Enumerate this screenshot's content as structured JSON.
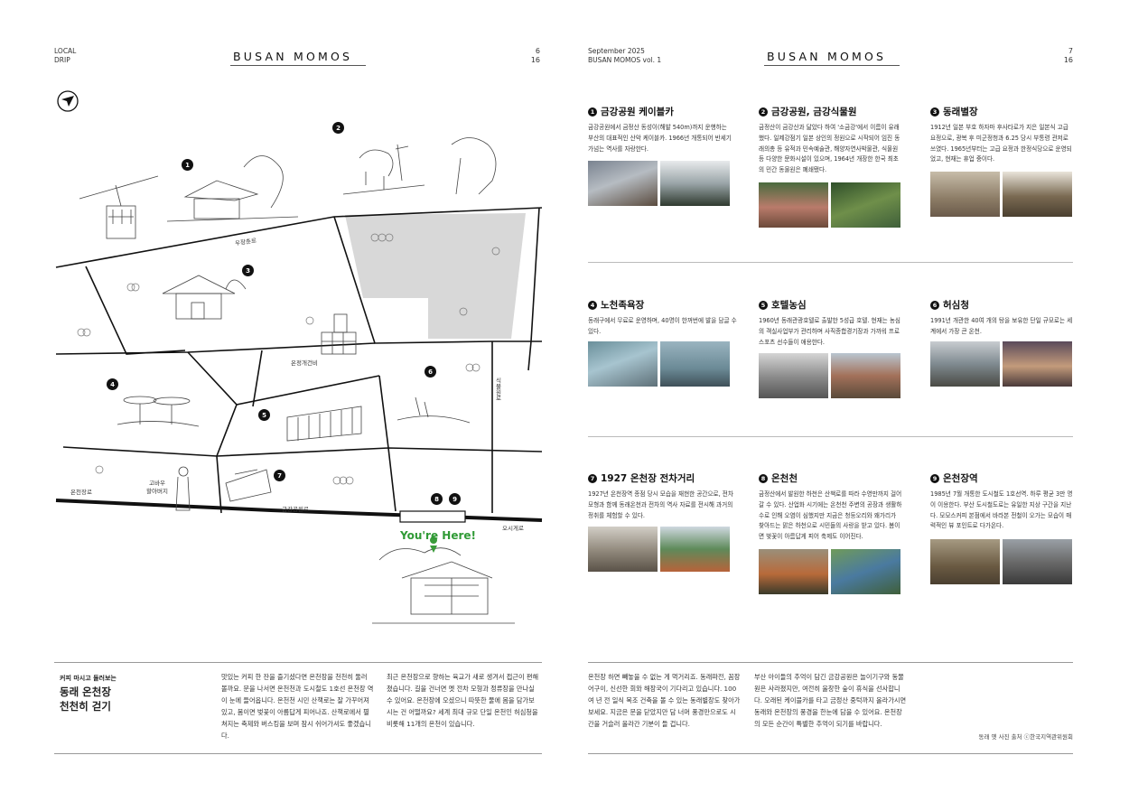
{
  "left_page": {
    "header_left": [
      "LOCAL",
      "DRIP"
    ],
    "brand": "BUSAN MOMOS",
    "page_num": [
      "6",
      "16"
    ]
  },
  "right_page": {
    "header_left": [
      "September 2025",
      "BUSAN MOMOS vol. 1"
    ],
    "brand": "BUSAN MOMOS",
    "page_num": [
      "7",
      "16"
    ]
  },
  "map": {
    "roads": [
      "우장춘로",
      "온정개건비",
      "식물원로",
      "온천장로",
      "금강공원로",
      "오시게로"
    ],
    "old_man_label": [
      "고바우",
      "할아버지"
    ],
    "markers": [
      "1",
      "2",
      "3",
      "4",
      "5",
      "6",
      "7",
      "8",
      "9"
    ],
    "you_are_here": "You're Here!"
  },
  "intro": {
    "kicker": "커피 마시고 둘러보는",
    "title": [
      "동래 온천장",
      "천천히 걷기"
    ],
    "columns": [
      "맛있는 커피 한 잔을 즐기셨다면 온천장을 천천히 둘러 볼까요. 문을 나서면 온천천과 도시철도 1호선 온천장 역이 눈에 들어옵니다. 온천천 시민 산책로는 잘 가꾸어져 있고, 봄이면 벚꽃이 아름답게 피어나죠. 산책로에서 펼쳐지는 축제와 버스킹을 보며 잠시 쉬어가셔도 좋겠습니다.",
      "최근 온천장으로 향하는 육교가 새로 생겨서 접근이 편해졌습니다. 길을 건너면 옛 전차 모형과 정류장을 만나실 수 있어요. 온천장에 오셨으니 따뜻한 물에 몸을 담가보시는 건 어떨까요? 세계 최대 규모 단일 온천인 허심청을 비롯해 11개의 온천이 있습니다.",
      "온천장 하면 빼놓을 수 없는 게 먹거리죠. 동래파전, 꼼장어구이, 신선한 회와 해장국이 기다리고 있습니다. 100여 년 전 일식 목조 건축을 볼 수 있는 동래별장도 찾아가 보세요. 지금은 문을 닫았지만 담 너머 풍경만으로도 시간을 거슬러 올라간 기분이 들 겁니다.",
      "부산 아이들의 추억이 담긴 금강공원은 놀이기구와 동물원은 사라졌지만, 여전히 울창한 숲이 휴식을 선사합니다. 오래된 케이블카를 타고 금정산 중턱까지 올라가시면 동래와 온천장의 풍경을 한눈에 담을 수 있어요. 온천장의 모든 순간이 특별한 추억이 되기를 바랍니다."
    ]
  },
  "items": [
    {
      "num": "1",
      "title": "금강공원 케이블카",
      "text": "금강공원에서 금정산 동성이(해발 540m)까지 운행하는 부산의 대표적인 산악 케이블카. 1966년 개통되어 반세기 가넘는 역사를 자랑한다."
    },
    {
      "num": "2",
      "title": "금강공원, 금강식물원",
      "text": "금정산이 금강산과 닮았다 하여 '소금강'에서 이름이 유래했다. 일제강점기 일본 상인의 정원으로 시작되어 임진 동래의총 등 유적과 민속예술관, 해양자연사박물관, 식물원 등 다양한 문화시설이 있으며, 1964년 개장한 한국 최초의 민간 동물원은 폐쇄됐다."
    },
    {
      "num": "3",
      "title": "동래별장",
      "text": "1912년 일본 부호 하자마 후사타로가 지은 일본식 고급 요정으로, 광복 후 미군정청과 6.25 당시 부통령 관저로 쓰였다. 1965년부터는 고급 요정과 한정식당으로 운영되었고, 현재는 휴업 중이다."
    },
    {
      "num": "4",
      "title": "노천족욕장",
      "text": "동래구에서 무료로 운영하며, 40명이 한꺼번에 발을 담글 수 있다."
    },
    {
      "num": "5",
      "title": "호텔농심",
      "text": "1960년 동래관광호텔로 출발한 5성급 호텔. 현재는 농심의 객실사업부가 관리하며 사직종합경기장과 가까워 프로 스포츠 선수들이 애용한다."
    },
    {
      "num": "6",
      "title": "허심청",
      "text": "1991년 개관한 40여 개의 탕을 보유한 단일 규모로는 세계에서 가장 큰 온천."
    },
    {
      "num": "7",
      "title": "1927 온천장 전차거리",
      "text": "1927년 온천장역 종점 당시 모습을 재현한 공간으로, 전차 모형과 함께 동래온천과 전차의 역사 자료를 전시해 과거의 정취를 체험할 수 있다."
    },
    {
      "num": "8",
      "title": "온천천",
      "text": "금정산에서 발원한 하천은 산책로를 따라 수영만까지 걸어갈 수 있다. 산업화 시기에는 온천천 주변의 공장과 생활하수로 인해 오염이 심했지만 지금은 청둥오리와 왜가리가 찾아드는 맑은 하천으로 시민들의 사랑을 받고 있다. 봄이면 벚꽃이 아름답게 피어 축제도 이어진다."
    },
    {
      "num": "9",
      "title": "온천장역",
      "text": "1985년 7월 개통한 도시철도 1호선역. 하루 평균 3만 명이 이용한다. 부산 도시철도로는 유일한 지상 구간을 지난다. 모모스커피 본점에서 바라본 전철이 오가는 모습이 매력적인 뷰 포인트로 다가온다."
    }
  ],
  "credit": "동래 옛 사진 출처 ⓒ한국지역관위원회"
}
